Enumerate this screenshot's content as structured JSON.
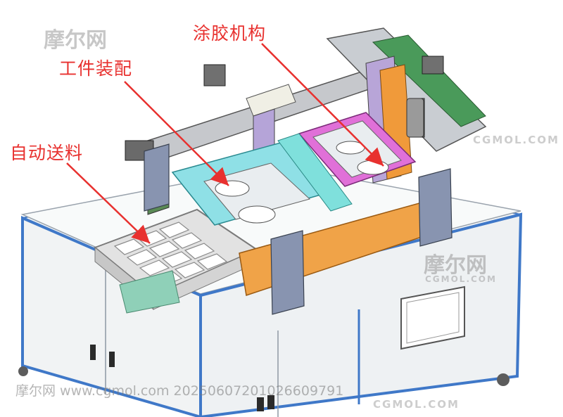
{
  "labels": {
    "dispensing": "涂胶机构",
    "assembly": "工件装配",
    "feeding": "自动送料"
  },
  "watermark": {
    "logo": "摩尔网",
    "sub": "CGMOL.COM",
    "sub_bottom": "CGMOL.COM",
    "footer": "摩尔网 www.cgmol.com 20250607201026609791"
  },
  "colors": {
    "label": "#e8312f",
    "arrow": "#e8312f",
    "frame_blue": "#3f78c8",
    "cabinet": "#f3f5f6",
    "column": "#7f8aa6"
  }
}
